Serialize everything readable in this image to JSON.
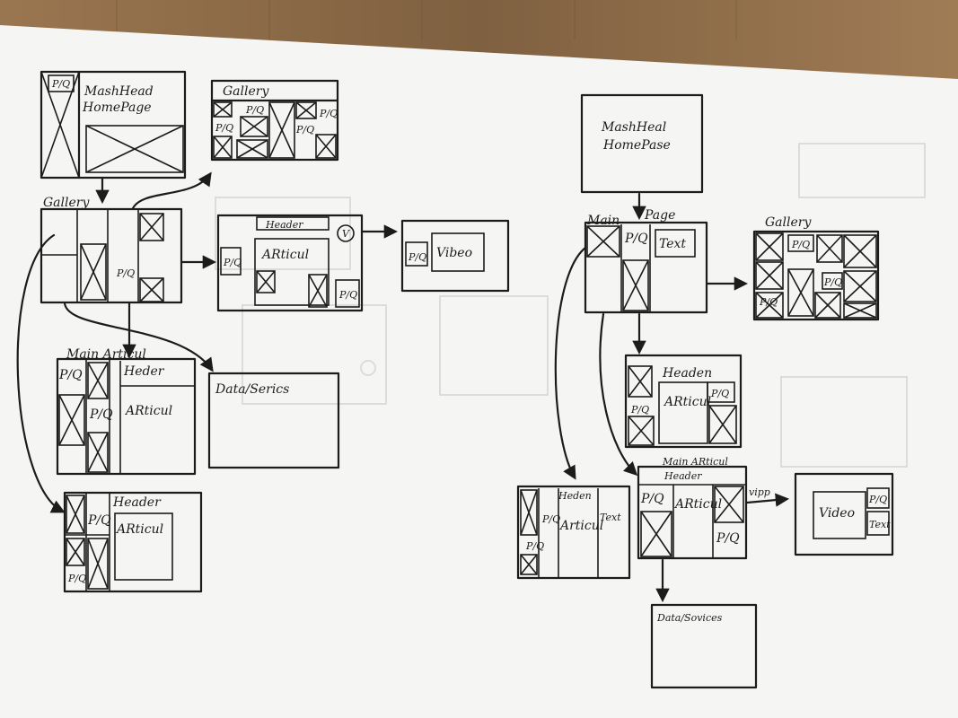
{
  "colors": {
    "paper": "#f6f6f4",
    "ink": "#1c1c1c",
    "wood": "#8a6a44"
  },
  "left": {
    "masthead_pq": "P/Q",
    "masthead_title_1": "MashHead",
    "masthead_title_2": "HomePage",
    "gallery_top": "Gallery",
    "gallery_pq_1": "P/Q",
    "gallery_pq_2": "P/Q",
    "gallery_pq_3": "P/Q",
    "gallery_pq_4": "P/Q",
    "gallery_mid": "Gallery",
    "gallery_mid_pq": "P/Q",
    "article_header": "Header",
    "article_v": "V",
    "article_pq_1": "P/Q",
    "article_pq_2": "P/Q",
    "article_text": "ARticul",
    "video": "Vibeo",
    "video_pq": "P/Q",
    "main_article_title": "Main  Articul",
    "main_article_header": "Heder",
    "main_article_pq_1": "P/Q",
    "main_article_pq_2": "P/Q",
    "main_article_text": "ARticul",
    "data_services": "Data/Serics",
    "bottom_header": "Header",
    "bottom_pq_1": "P/Q",
    "bottom_pq_2": "P/Q",
    "bottom_text": "ARticul"
  },
  "right": {
    "masthead_1": "MashHeal",
    "masthead_2": "HomePase",
    "main_page_1": "Main",
    "main_page_2": "Page",
    "main_pq": "P/Q",
    "main_text": "Text",
    "gallery": "Gallery",
    "gallery_pq_1": "P/Q",
    "gallery_pq_2": "P/Q",
    "gallery_pq_3": "P/Q",
    "mid_header": "Headen",
    "mid_pq_1": "P/Q",
    "mid_pq_2": "P/Q",
    "mid_text": "ARticul",
    "main_article_title": "Main ARticul",
    "main_article_header": "Header",
    "main_article_pq_1": "P/Q",
    "main_article_pq_2": "P/Q",
    "main_article_text": "ARticul",
    "video_arrow_label": "vipp",
    "left_header": "Heden",
    "left_pq_1": "P/Q",
    "left_pq_2": "P/Q",
    "left_text": "Articul",
    "left_text_2": "Text",
    "video": "Video",
    "video_pq": "P/Q",
    "video_text": "Text",
    "data_services": "Data/Sovices"
  }
}
